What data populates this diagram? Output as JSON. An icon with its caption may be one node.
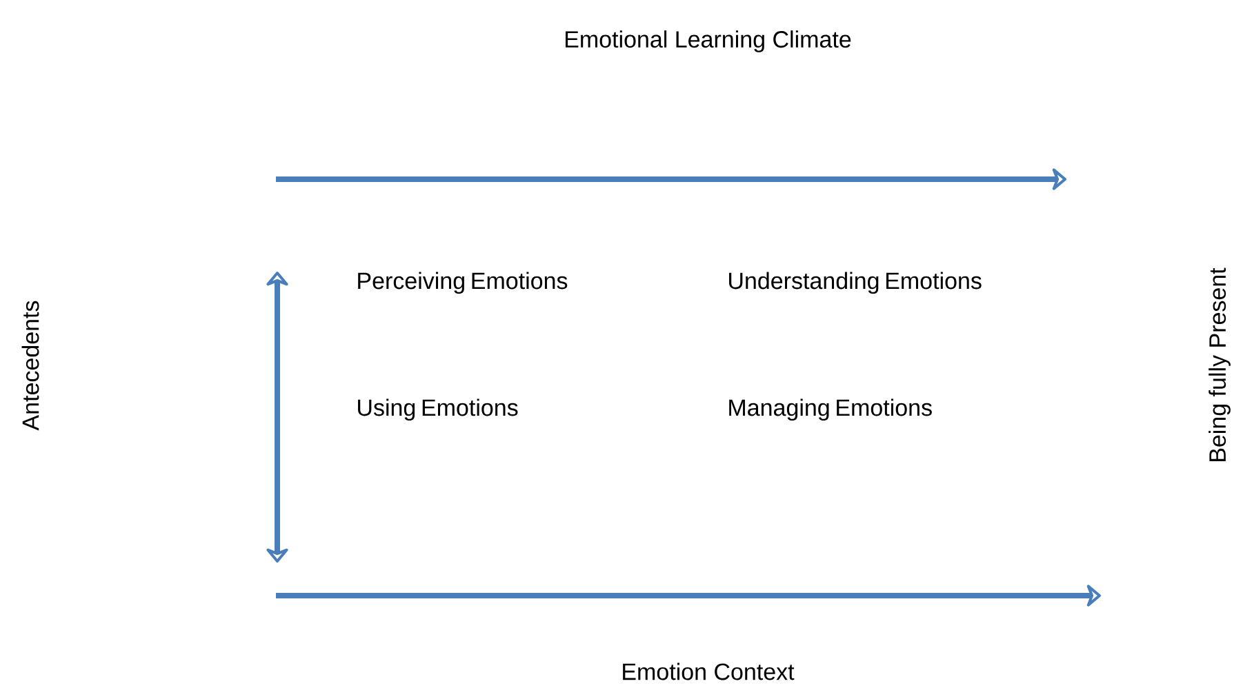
{
  "diagram": {
    "labels": [
      "Emotional Learning Climate",
      "Antecedents",
      "Perceiving Emotions",
      "Using Emotions",
      "Understanding Emotions",
      "Managing Emotions",
      "Being fully Present",
      "Emotion Context"
    ]
  }
}
